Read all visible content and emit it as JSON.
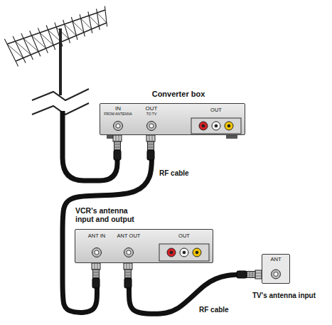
{
  "diagram": {
    "nodes": [
      {
        "text": [
          "Converter box",
          "IN",
          "FROM ANTENNA",
          "OUT",
          "TO TV",
          "OUT"
        ]
      },
      {
        "text": [
          "VCR's antenna input and output",
          "ANT IN",
          "ANT OUT",
          "OUT"
        ]
      },
      {
        "text": [
          "ANT",
          "TV's antenna input"
        ]
      }
    ],
    "edges": [
      {
        "from": 0,
        "to": 1,
        "arrow": "none",
        "label": "RF cable"
      },
      {
        "from": 1,
        "to": 2,
        "arrow": "none",
        "label": "RF cable"
      }
    ]
  }
}
